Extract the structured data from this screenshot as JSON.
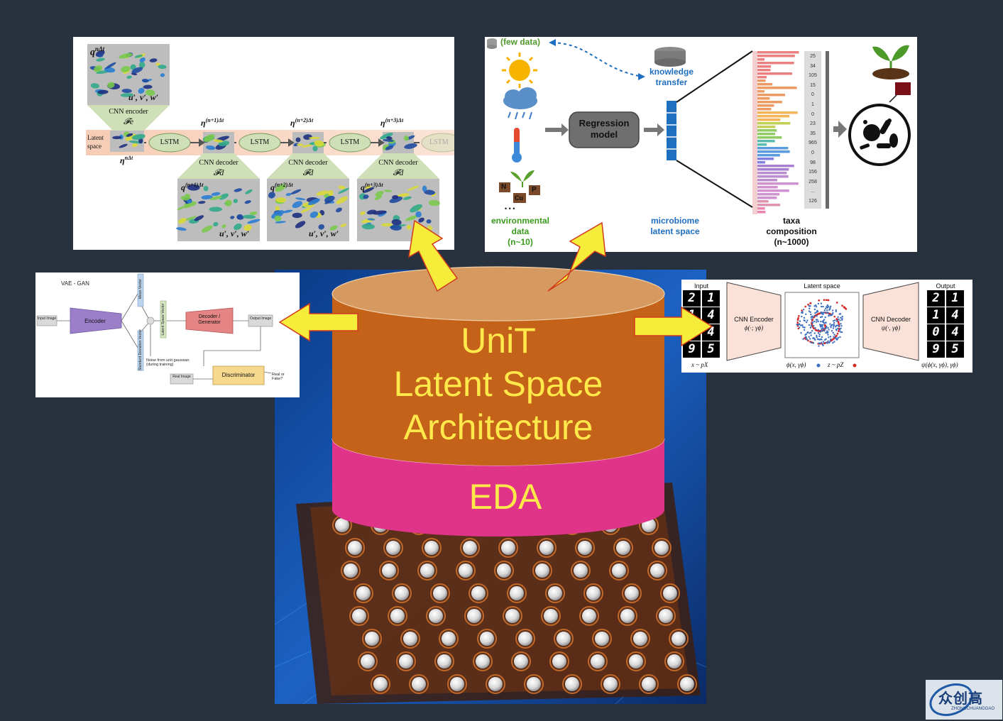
{
  "center": {
    "top_lines": [
      "UniT",
      "Latent Space",
      "Architecture"
    ],
    "bottom_label": "EDA"
  },
  "panel_lstm": {
    "q_top": "q",
    "q_top_sup": "nΔt",
    "uvw": "u′, v′, w′",
    "encoder_label": "CNN encoder",
    "encoder_symbol": "𝓕e",
    "latent_label_1": "Latent",
    "latent_label_2": "space",
    "eta0": "η",
    "eta0_sup": "nΔt",
    "lstm": [
      "LSTM",
      "LSTM",
      "LSTM",
      "LSTM"
    ],
    "etas": [
      {
        "base": "η",
        "sup": "(n+1)Δt"
      },
      {
        "base": "η",
        "sup": "(n+2)Δt"
      },
      {
        "base": "η",
        "sup": "(n+3)Δt"
      }
    ],
    "decoder_label": "CNN decoder",
    "decoder_symbol": "𝓕d",
    "qs": [
      {
        "base": "q",
        "sup": "(n+1)Δt"
      },
      {
        "base": "q",
        "sup": "(n+2)Δt"
      },
      {
        "base": "q",
        "sup": "(n+3)Δt"
      }
    ]
  },
  "panel_micro": {
    "few_data": "(few data)",
    "knowledge_1": "knowledge",
    "knowledge_2": "transfer",
    "regression_1": "Regression",
    "regression_2": "model",
    "env_1": "environmental",
    "env_2": "data",
    "env_3": "(n~10)",
    "micro_1": "microbiome",
    "micro_2": "latent space",
    "taxa_1": "taxa",
    "taxa_2": "composition",
    "taxa_3": "(n~1000)",
    "npk": [
      "N",
      "Cu",
      "P"
    ],
    "dots": "• • •",
    "counts": [
      "25",
      "34",
      "105",
      "15",
      "0",
      "1",
      "0",
      "23",
      "35",
      "965",
      "0",
      "98",
      "156",
      "258",
      "...",
      "126"
    ]
  },
  "panel_vae": {
    "title": "VAE - GAN",
    "input": "Input Image",
    "encoder": "Encoder",
    "mean": "Mean Vector",
    "std": "Standard Deviation Vector",
    "latent": "Latent Space Vector",
    "decoder_1": "Decoder /",
    "decoder_2": "Generator",
    "output": "Output Image",
    "noise_1": "Noise from unit gaussian",
    "noise_2": "(during training)",
    "discriminator": "Discriminator",
    "real_image": "Real Image",
    "real_fake_1": "Real or",
    "real_fake_2": "Fake?"
  },
  "panel_cnn": {
    "input": "Input",
    "latent": "Latent space",
    "output": "Output",
    "enc_1": "CNN Encoder",
    "enc_2": "ϕ(·; γϕ)",
    "dec_1": "CNN Decoder",
    "dec_2": "ψ(·, γϕ)",
    "x_label": "x ~ pX",
    "phi_label": "ϕ(x, γϕ)",
    "z_label": "z ~ pZ",
    "psi_label": "ψ(ϕ(x, γϕ), γϕ)",
    "input_digits": [
      "2",
      "1",
      "1",
      "4",
      "4",
      "4",
      "9",
      "5"
    ],
    "output_digits": [
      "2",
      "1",
      "1",
      "4",
      "0",
      "4",
      "9",
      "5"
    ]
  },
  "watermark": {
    "cn": "众创高",
    "en": "ZHONGCHUANGGAO"
  },
  "colors": {
    "background": "#28323f",
    "cylinder_top": "#c86a2c",
    "cylinder_body": "#c4621a",
    "cylinder_eda": "#e0338a",
    "label_yellow": "#ffe94a",
    "arrow_yellow": "#f6ec3a",
    "arrow_edge": "#d23a1e"
  }
}
